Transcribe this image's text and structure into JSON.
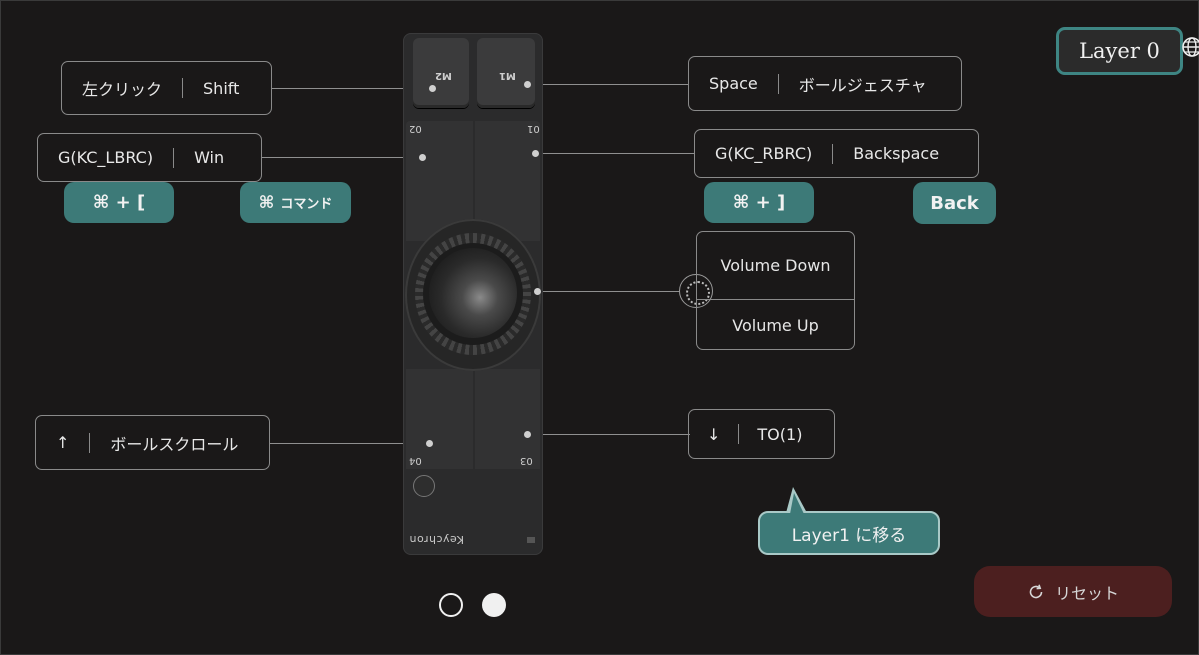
{
  "layer_badge": "Layer 0",
  "labels": {
    "m2": {
      "left": "左クリック",
      "right": "Shift"
    },
    "m1": {
      "left": "Space",
      "right": "ボールジェスチャ"
    },
    "k02": {
      "left": "G(KC_LBRC)",
      "right": "Win"
    },
    "k01": {
      "left": "G(KC_RBRC)",
      "right": "Backspace"
    },
    "k04": {
      "left": "↑",
      "right": "ボールスクロール"
    },
    "k03": {
      "left": "↓",
      "right": "TO(1)"
    }
  },
  "mac_hints": {
    "cmd_lbrc": "⌘ + [",
    "cmd_command": "⌘",
    "cmd_command_text": "コマンド",
    "cmd_rbrc": "⌘ + ]",
    "back": "Back"
  },
  "knob": {
    "ccw": "Volume Down",
    "cw": "Volume Up"
  },
  "device": {
    "m2": "M2",
    "m1": "M1",
    "k02": "02",
    "k01": "01",
    "k04": "04",
    "k03": "03",
    "brand": "Keychron"
  },
  "tooltip": "Layer1 に移る",
  "reset_button": "リセット",
  "pager": {
    "count": 2,
    "active": 2
  },
  "colors": {
    "accent": "#3d7a78",
    "reset_bg": "#4c1f1f",
    "background": "#1a1818"
  }
}
